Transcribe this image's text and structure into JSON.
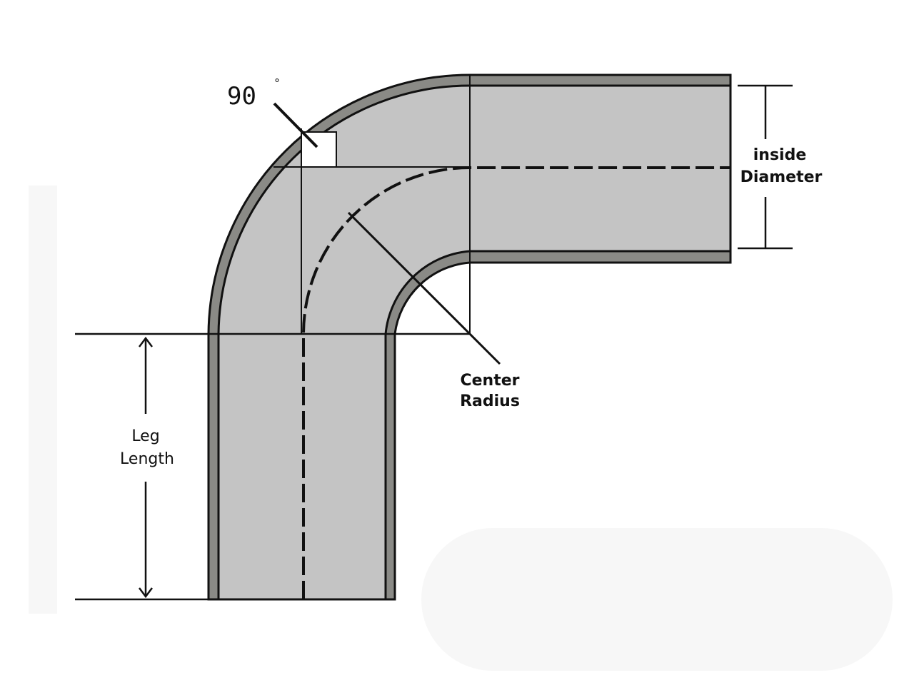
{
  "diagram": {
    "title": "90 degree pipe bend dimensions",
    "colors": {
      "pipe_fill": "#c4c4c4",
      "wall_fill": "#8a8a86",
      "line": "#111111",
      "background": "#ffffff"
    },
    "labels": {
      "angle_value": "90",
      "angle_unit": "°",
      "inside_diameter_line1": "inside",
      "inside_diameter_line2": "Diameter",
      "center_radius_line1": "Center",
      "center_radius_line2": "Radius",
      "leg_length_line1": "Leg",
      "leg_length_line2": "Length"
    },
    "bend_angle_degrees": 90
  }
}
